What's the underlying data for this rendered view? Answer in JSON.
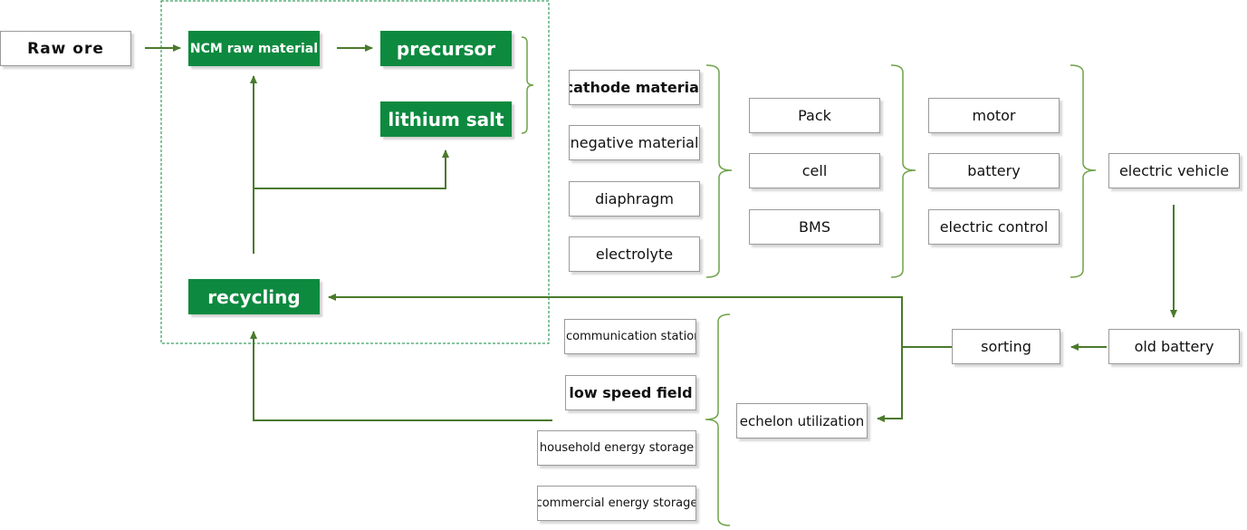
{
  "colors": {
    "accent_green": "#0d8a3f",
    "arrow_green": "#4a7a2c",
    "bracket_green": "#6fa24a"
  },
  "nodes": {
    "raw_ore": "Raw ore",
    "ncm_raw_material": "NCM raw material",
    "precursor": "precursor",
    "lithium_salt": "lithium salt",
    "recycling": "recycling",
    "cathode_material": "cathode material",
    "negative_material": "negative material",
    "diaphragm": "diaphragm",
    "electrolyte": "electrolyte",
    "pack": "Pack",
    "cell": "cell",
    "bms": "BMS",
    "motor": "motor",
    "battery": "battery",
    "electric_control": "electric control",
    "electric_vehicle": "electric vehicle",
    "old_battery": "old battery",
    "sorting": "sorting",
    "echelon_utilization": "echelon utilization",
    "communication_station": "communication statior",
    "low_speed_field": "low speed field",
    "household_energy_storage": "household energy storage",
    "commercial_energy_storage": "commercial energy storage"
  }
}
